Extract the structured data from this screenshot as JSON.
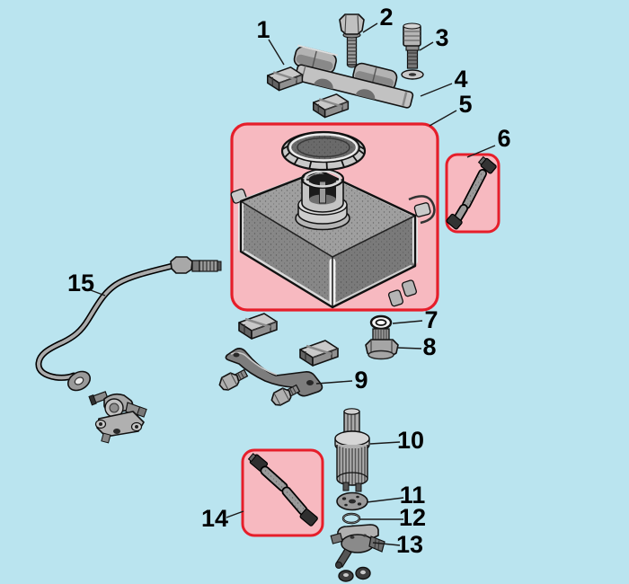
{
  "diagram": {
    "background_color": "#bae4ef",
    "highlight_fill": "#f7b9c0",
    "highlight_border": "#e61e2a",
    "callouts": [
      {
        "label": "1"
      },
      {
        "label": "2"
      },
      {
        "label": "3"
      },
      {
        "label": "4"
      },
      {
        "label": "5"
      },
      {
        "label": "6"
      },
      {
        "label": "7"
      },
      {
        "label": "8"
      },
      {
        "label": "9"
      },
      {
        "label": "10"
      },
      {
        "label": "11"
      },
      {
        "label": "12"
      },
      {
        "label": "13"
      },
      {
        "label": "14"
      },
      {
        "label": "15"
      }
    ]
  }
}
